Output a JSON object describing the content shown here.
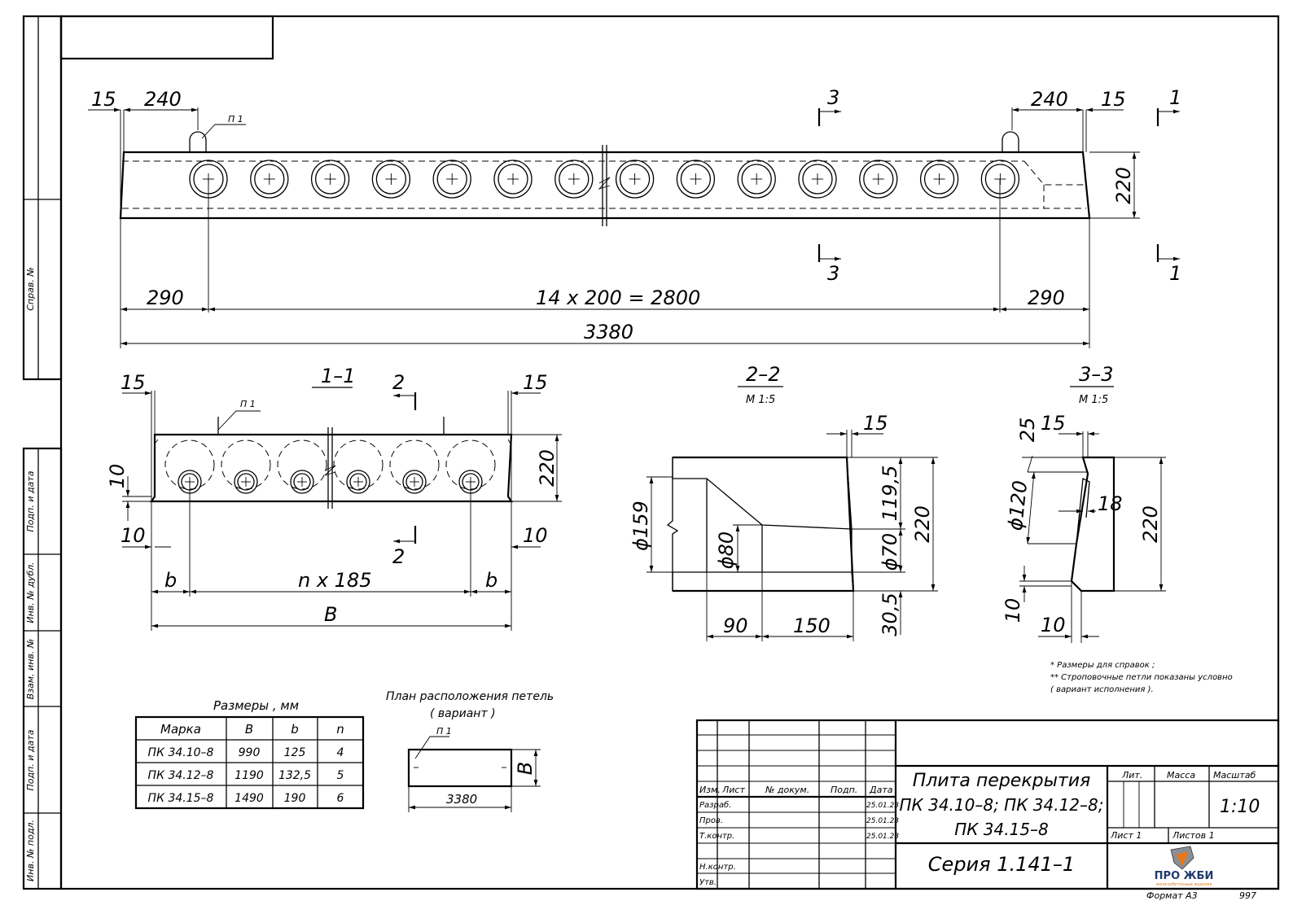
{
  "side": {
    "sprav": "Справ. №",
    "podp1": "Подп. и дата",
    "inv_dubl": "Инв. № дубл.",
    "vzam": "Взам. инв. №",
    "podp2": "Подп. и дата",
    "inv_podl": "Инв. № подл."
  },
  "main_view": {
    "d15_left": "15",
    "d240_left": "240",
    "d240_right": "240",
    "d15_right": "15",
    "d290_left": "290",
    "pitch": "14 x 200 = 2800",
    "d290_right": "290",
    "overall": "3380",
    "height": "220",
    "loop_label": "П 1",
    "cut3_top": "3",
    "cut3_bot": "3",
    "cut1_top": "1",
    "cut1_bot": "1"
  },
  "section_11": {
    "title": "1–1",
    "d15a": "15",
    "d15b": "15",
    "d220": "220",
    "d10a": "10",
    "d10b": "10",
    "d10c": "10",
    "b_left": "b",
    "pitch": "n x 185",
    "b_right": "b",
    "width": "B",
    "cut2_top": "2",
    "cut2_bot": "2",
    "loop_label": "П 1"
  },
  "section_22": {
    "title": "2–2",
    "scale": "М 1:5",
    "d15": "15",
    "d1195": "119,5",
    "d220": "220",
    "d70": "ϕ70",
    "d305": "30,5",
    "d159": "ϕ159",
    "d80": "ϕ80",
    "d90": "90",
    "d150": "150"
  },
  "section_33": {
    "title": "3–3",
    "scale": "М 1:5",
    "d25": "25",
    "d15": "15",
    "d120": "ϕ120",
    "d18": "18",
    "d220": "220",
    "d10a": "10",
    "d10b": "10"
  },
  "notes": [
    "* Размеры для справок ;",
    "** Строповочные петли показаны условно",
    "( вариант исполнения )."
  ],
  "sizes_table": {
    "title": "Размеры , мм",
    "headers": [
      "Марка",
      "B",
      "b",
      "n"
    ],
    "rows": [
      [
        "ПК 34.10–8",
        "990",
        "125",
        "4"
      ],
      [
        "ПК 34.12–8",
        "1190",
        "132,5",
        "5"
      ],
      [
        "ПК 34.15–8",
        "1490",
        "190",
        "6"
      ]
    ]
  },
  "plan": {
    "title1": "План расположения петель",
    "title2": "( вариант )",
    "loop_label": "П 1",
    "width": "B",
    "length": "3380"
  },
  "title_block": {
    "col_izm": "Изм.",
    "col_list": "Лист",
    "col_doc": "№ докум.",
    "col_podp": "Подп.",
    "col_date": "Дата",
    "roles": [
      {
        "role": "Разраб.",
        "date": "25.01.23"
      },
      {
        "role": "Пров.",
        "date": "25.01.23"
      },
      {
        "role": "Т.контр.",
        "date": "25.01.23"
      },
      {
        "role": "",
        "date": ""
      },
      {
        "role": "Н.контр.",
        "date": ""
      },
      {
        "role": "Утв.",
        "date": ""
      }
    ],
    "name1": "Плита перекрытия",
    "name2": "ПК 34.10–8; ПК 34.12–8;",
    "name3": "ПК 34.15–8",
    "lit": "Лит.",
    "massa": "Масса",
    "masshtab": "Масштаб",
    "scale": "1:10",
    "list": "Лист 1",
    "listov": "Листов 1",
    "series": "Серия 1.141–1",
    "logo": "ПРО ЖБИ",
    "logo_sub": "железобетонные изделия"
  },
  "footer": {
    "format": "Формат А3",
    "code": "997"
  }
}
